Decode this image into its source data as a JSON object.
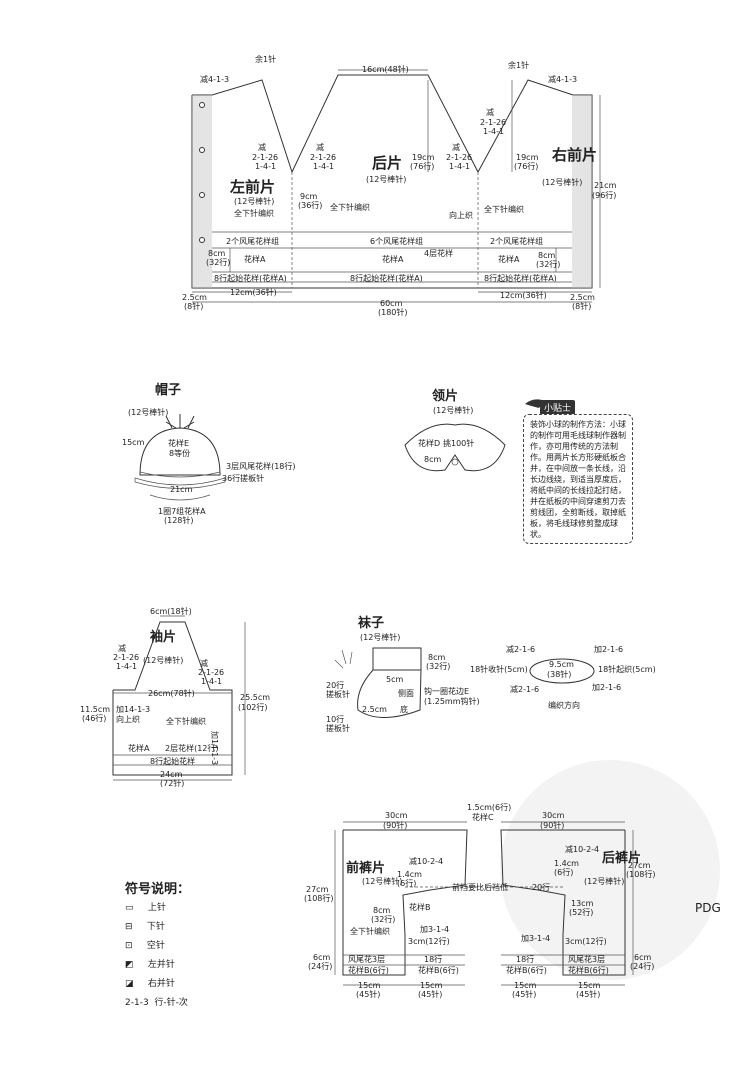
{
  "body": {
    "top_left_decrease": "减4-1-3",
    "top_left_remain": "余1针",
    "top_right_remain": "余1针",
    "top_right_decrease": "减4-1-3",
    "neck_width": "16cm(48针)",
    "left_front_title": "左前片",
    "left_front_needle": "(12号棒针)",
    "back_title": "后片",
    "back_needle": "(12号棒针)",
    "right_front_title": "右前片",
    "right_front_needle": "(12号棒针)",
    "dec_a": "减",
    "dec_a1": "2-1-26",
    "dec_a2": "1-4-1",
    "dec_b": "减",
    "dec_b1": "2-1-26",
    "dec_b2": "1-4-1",
    "dec_c": "减",
    "dec_c1": "2-1-26",
    "dec_c2": "1-4-1",
    "dec_d": "减",
    "dec_d1": "2-1-26",
    "dec_d2": "1-4-1",
    "raglan_l": "19cm",
    "raglan_l_rows": "(76行)",
    "raglan_r": "19cm",
    "raglan_r_rows": "(76行)",
    "armhole": "9cm",
    "armhole_rows": "(36行)",
    "stockinette1": "全下针编织",
    "stockinette2": "全下针编织",
    "stockinette3": "全下针编织",
    "pick_up": "向上织",
    "total_height": "21cm",
    "total_height_rows": "(96行)",
    "group_left": "2个风尾花样组",
    "group_mid": "6个风尾花样组",
    "group_right": "2个风尾花样组",
    "pattern_a1": "花样A",
    "pattern_a2": "花样A",
    "pattern_a3": "花样A",
    "pattern_4": "4层花样",
    "h8_l": "8cm",
    "h8_l_rows": "(32行)",
    "h8_r": "8cm",
    "h8_r_rows": "(32行)",
    "start_l": "8行起始花样(花样A)",
    "start_m": "8行起始花样(花样A)",
    "start_r": "8行起始花样(花样A)",
    "edge_l": "2.5cm",
    "edge_l_st": "(8针)",
    "edge_r": "2.5cm",
    "edge_r_st": "(8针)",
    "front_l_w": "12cm(36针)",
    "front_r_w": "12cm(36针)",
    "total_w": "60cm",
    "total_w_st": "(180针)"
  },
  "hat": {
    "title": "帽子",
    "needle": "(12号棒针)",
    "h": "15cm",
    "pattern": "花样E",
    "pattern_sub": "8等份",
    "layers": "3层风尾花样(18行)",
    "rows36": "36行搓板针",
    "w": "21cm",
    "ring": "1圈7组花样A",
    "ring_st": "(128针)"
  },
  "collar": {
    "title": "领片",
    "needle": "(12号棒针)",
    "pattern": "花样D",
    "pick": "挑100针",
    "w": "8cm"
  },
  "tip": {
    "title": "小贴士",
    "text": "装饰小球的制作方法：小球的制作可用毛线球制作器制作，亦可用传统的方法制作。用两片长方形硬纸板合并，在中间放一条长线，沿长边线绕，到适当厚度后，将纸中间的长线拉起打结，并在纸板的中间穿速剪刀去剪线团，全剪断线，取掉纸板，将毛线球修剪整成球状。"
  },
  "sleeve": {
    "top": "6cm(18针)",
    "title": "袖片",
    "needle": "(12号棒针)",
    "dec_l": "减",
    "dec_l1": "2-1-26",
    "dec_l2": "1-4-1",
    "dec_r": "减",
    "dec_r1": "2-1-26",
    "dec_r2": "1-4-1",
    "width": "26cm(78针)",
    "h_side": "11.5cm",
    "h_side_rows": "(46行)",
    "inc_l": "加14-1-3",
    "inc_r": "加14-1-3",
    "pick": "向上织",
    "stock": "全下针编织",
    "pattern_a": "花样A",
    "layers": "2层花样(12行)",
    "start": "8行起始花样",
    "h_total": "25.5cm",
    "h_total_rows": "(102行)",
    "bottom": "24cm",
    "bottom_st": "(72针)"
  },
  "sock": {
    "title": "袜子",
    "needle": "(12号棒针)",
    "h8": "8cm",
    "h8_rows": "(32行)",
    "r20": "20行",
    "r20b": "搓板针",
    "r5": "5cm",
    "side": "侧面",
    "s25": "2.5cm",
    "sole": "底",
    "r10": "10行",
    "r10b": "搓板针",
    "crochet": "钩一圈花边E",
    "hook": "(1.25mm钩针)",
    "dec1": "减2-1-6",
    "dec2": "减2-1-6",
    "inc1": "加2-1-6",
    "inc2": "加2-1-6",
    "st18l": "18针收针(5cm)",
    "st18r": "18针起织(5cm)",
    "oval": "9.5cm",
    "oval_st": "(38针)",
    "dir": "编织方向"
  },
  "pants": {
    "gusset": "1.5cm(6行)",
    "pattern_c": "花样C",
    "front_w": "30cm",
    "front_w_st": "(90针)",
    "back_w": "30cm",
    "back_w_st": "(90针)",
    "front_title": "前裤片",
    "front_needle": "(12号棒针)",
    "back_title": "后裤片",
    "back_needle": "(12号棒针)",
    "dec_f": "减10-2-4",
    "dec_b": "减10-2-4",
    "h14f": "1.4cm",
    "h14f_rows": "(6行)",
    "h14b": "1.4cm",
    "h14b_rows": "(6行)",
    "note": "前裆要比后裆低",
    "r20": "20行",
    "h27l": "27cm",
    "h27l_rows": "(108行)",
    "h27r": "27cm",
    "h27r_rows": "(108行)",
    "h8": "8cm",
    "h8_rows": "(32行)",
    "pattern_b": "花样B",
    "h13": "13cm",
    "h13_rows": "(52行)",
    "stock": "全下针编织",
    "inc_f": "加3-1-4",
    "inc_b": "加3-1-4",
    "h3f": "3cm(12行)",
    "h3b": "3cm(12行)",
    "h6l": "6cm",
    "h6l_rows": "(24行)",
    "h6r": "6cm",
    "h6r_rows": "(24行)",
    "layers_f": "风尾花3层",
    "layers_b": "风尾花3层",
    "pb_f": "花样B(6行)",
    "pb_f2": "花样B(6行)",
    "pb_b": "花样B(6行)",
    "pb_b2": "花样B(6行)",
    "r18f": "18行",
    "r18b": "18行",
    "w15a": "15cm",
    "w15a_st": "(45针)",
    "w15b": "15cm",
    "w15b_st": "(45针)",
    "w15c": "15cm",
    "w15c_st": "(45针)",
    "w15d": "15cm",
    "w15d_st": "(45针)"
  },
  "legend": {
    "title": "符号说明：",
    "items": [
      "上针",
      "下针",
      "空针",
      "左并针",
      "右并针"
    ],
    "note_code": "2-1-3",
    "note": "行-针-次"
  },
  "watermark": "PDG"
}
